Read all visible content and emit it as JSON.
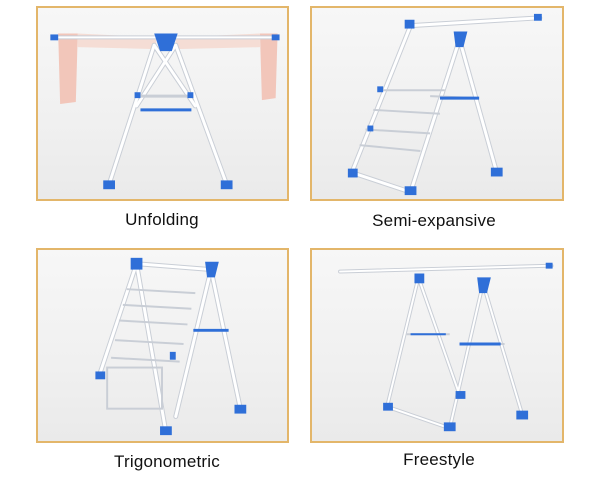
{
  "panels": [
    {
      "caption": "Unfolding"
    },
    {
      "caption": "Semi-expansive"
    },
    {
      "caption": "Trigonometric"
    },
    {
      "caption": "Freestyle"
    }
  ],
  "colors": {
    "frame_border": "#e3b66a",
    "rack_metal": "#ffffff",
    "rack_outline": "#c9ced6",
    "joint_blue": "#2f6fd8",
    "towel_pink": "#f2c1b4"
  }
}
